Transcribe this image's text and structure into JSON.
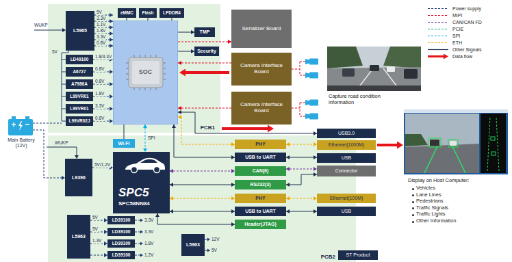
{
  "diagram": {
    "nodes": [
      {
        "text": [
          "PCB1"
        ]
      },
      {
        "text": [
          "L5965"
        ],
        "in": 0
      },
      {
        "text": [
          "eMMC"
        ],
        "in": 0
      },
      {
        "text": [
          "Flash"
        ],
        "in": 0
      },
      {
        "text": [
          "LPDDR4"
        ],
        "in": 0
      },
      {
        "text": [
          "SOC"
        ],
        "in": 0
      },
      {
        "text": [
          "TMP"
        ],
        "in": 0
      },
      {
        "text": [
          "Security"
        ],
        "in": 0
      },
      {
        "text": [
          "LD49100"
        ],
        "in": 0
      },
      {
        "text": [
          "A6727"
        ],
        "in": 0
      },
      {
        "text": [
          "A7986A"
        ],
        "in": 0
      },
      {
        "text": [
          "L99VR01"
        ],
        "in": 0
      },
      {
        "text": [
          "L99VR01"
        ],
        "in": 0
      },
      {
        "text": [
          "L99VR02J"
        ],
        "in": 0
      },
      {
        "text": [
          "Serializer Board"
        ]
      },
      {
        "text": [
          "Camera Interface Board"
        ]
      },
      {
        "text": [
          "Camera Interface Board"
        ]
      },
      {
        "text": [
          "PCB2"
        ]
      },
      {
        "text": [
          "Wi-Fi"
        ],
        "in": 17
      },
      {
        "text": [
          "L9396"
        ],
        "in": 17
      },
      {
        "text": [
          "SPC5",
          "SPC58NN84"
        ],
        "in": 17
      },
      {
        "text": [
          "PHY"
        ],
        "in": 17
      },
      {
        "text": [
          "USB to UART"
        ],
        "in": 17
      },
      {
        "text": [
          "CAN(6)"
        ],
        "in": 17
      },
      {
        "text": [
          "RS232(3)"
        ],
        "in": 17
      },
      {
        "text": [
          "PHY"
        ],
        "in": 17
      },
      {
        "text": [
          "USB to UART"
        ],
        "in": 17
      },
      {
        "text": [
          "Header(JTAG)"
        ],
        "in": 17
      },
      {
        "text": [
          "L5963"
        ],
        "in": 17
      },
      {
        "text": [
          "LD39100"
        ],
        "in": 17
      },
      {
        "text": [
          "LD39100"
        ],
        "in": 17
      },
      {
        "text": [
          "LD39100"
        ],
        "in": 17
      },
      {
        "text": [
          "LD39100"
        ],
        "in": 17
      },
      {
        "text": [
          "L5963"
        ],
        "in": 17
      },
      {
        "text": [
          "USB3.0"
        ]
      },
      {
        "text": [
          "Ethernet(1000M)"
        ]
      },
      {
        "text": [
          "USB"
        ]
      },
      {
        "text": [
          "Connector"
        ]
      },
      {
        "text": [
          "Ethernet(100M)"
        ]
      },
      {
        "text": [
          "USB"
        ]
      }
    ],
    "edges": [
      {
        "from": 1,
        "to": 5,
        "label": "5V",
        "arrow": "to"
      },
      {
        "from": 1,
        "to": 5,
        "label": "3.3V",
        "arrow": "to"
      },
      {
        "from": 1,
        "to": 5,
        "label": "1.1V",
        "arrow": "to"
      },
      {
        "from": 1,
        "to": 5,
        "label": "1.8V",
        "arrow": "to"
      },
      {
        "from": 1,
        "to": 5,
        "label": "3.3V",
        "arrow": "to"
      },
      {
        "from": 1,
        "to": 5,
        "label": "0.8V",
        "arrow": "to"
      },
      {
        "from": 8,
        "to": 5,
        "label": "1.8/3.3V",
        "arrow": "to"
      },
      {
        "from": 9,
        "to": 5,
        "label": "0.8V",
        "arrow": "to"
      },
      {
        "from": 10,
        "to": 5,
        "label": "0.8V",
        "arrow": "to"
      },
      {
        "from": 11,
        "to": 5,
        "label": "1.8V",
        "arrow": "to"
      },
      {
        "from": 12,
        "to": 5,
        "label": "3.3V",
        "arrow": "to"
      },
      {
        "from": 13,
        "to": 5,
        "label": "0.8V",
        "arrow": "to"
      },
      {
        "from": 2,
        "to": 5,
        "arrow": "none"
      },
      {
        "from": 3,
        "to": 5,
        "arrow": "none"
      },
      {
        "from": 4,
        "to": 5,
        "arrow": "none"
      },
      {
        "from": 5,
        "to": 6,
        "arrow": "to"
      },
      {
        "from": 5,
        "to": 7,
        "arrow": "to"
      },
      {
        "from": 5,
        "to": 14,
        "arrow": "to"
      },
      {
        "from": 15,
        "to": 5,
        "arrow": "to"
      },
      {
        "from": 16,
        "to": 5,
        "arrow": "to"
      },
      {
        "from": 5,
        "to": 18,
        "arrow": "none"
      },
      {
        "from": 5,
        "to": 20,
        "label": "SPI",
        "arrow": "both"
      },
      {
        "from": 5,
        "to": 21,
        "arrow": "both"
      },
      {
        "from": 5,
        "to": 22,
        "arrow": "both"
      },
      {
        "from": 5,
        "to": 34,
        "arrow": "both"
      },
      {
        "from": 21,
        "to": 35,
        "arrow": "both"
      },
      {
        "from": 22,
        "to": 36,
        "arrow": "both"
      },
      {
        "from": 20,
        "to": 23,
        "arrow": "both"
      },
      {
        "from": 23,
        "to": 37,
        "arrow": "both"
      },
      {
        "from": 20,
        "to": 24,
        "arrow": "both"
      },
      {
        "from": 24,
        "to": 37,
        "arrow": "both"
      },
      {
        "from": 20,
        "to": 25,
        "arrow": "both"
      },
      {
        "from": 25,
        "to": 38,
        "arrow": "both"
      },
      {
        "from": 20,
        "to": 26,
        "arrow": "both"
      },
      {
        "from": 26,
        "to": 39,
        "arrow": "both"
      },
      {
        "from": 20,
        "to": 27,
        "arrow": "both"
      },
      {
        "from": 19,
        "to": 20,
        "label": "5V/1.2V",
        "arrow": "to"
      },
      {
        "from": 28,
        "to": 29,
        "label": "5V",
        "arrow": "to"
      },
      {
        "from": 28,
        "to": 30,
        "label": "5V",
        "arrow": "to"
      },
      {
        "from": 28,
        "to": 31,
        "label": "1.3V",
        "arrow": "to"
      },
      {
        "from": 28,
        "to": 32,
        "arrow": "to"
      }
    ],
    "labels": [
      "5V",
      "WUKP",
      "WUKP",
      "Main Battery (12V)",
      "Capture road condition information",
      "Display on Host Computer:",
      "Vehicles",
      "Lane Lines",
      "Pedestrians",
      "Traffic Signals",
      "Traffic Lights",
      "Other Information",
      "3.3V",
      "3.3V",
      "1.8V",
      "1.2V",
      "12V",
      "5V"
    ],
    "legend": [
      {
        "text": "Power supply"
      },
      {
        "text": "MIPI"
      },
      {
        "text": "CAN/CAN FD"
      },
      {
        "text": "PCIE"
      },
      {
        "text": "SPI"
      },
      {
        "text": "ETH"
      },
      {
        "text": "Other Signals"
      },
      {
        "text": "Data flow"
      },
      {
        "text": "ST Product",
        "color": "#1c2c4c"
      }
    ]
  }
}
